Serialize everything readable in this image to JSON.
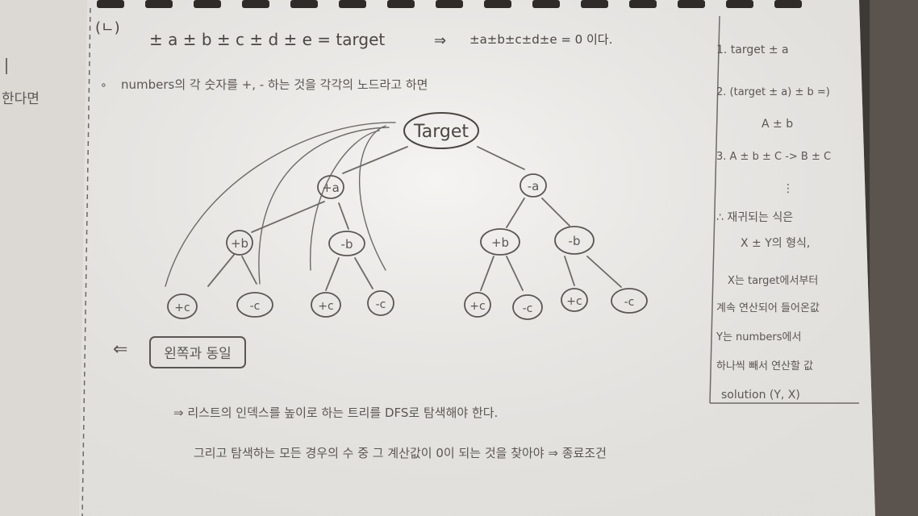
{
  "header": {
    "marker": "(ㄴ)",
    "equation_left": "± a ± b ± c ± d ± e = target",
    "arrow": "⇒",
    "equation_right": "±a±b±c±d±e = 0 이다."
  },
  "note_line": "numbers의 각 숫자를 +, - 하는 것을 각각의 노드라고 하면",
  "tree": {
    "root": "Target",
    "level1": [
      "+a",
      "-a"
    ],
    "level2": [
      "+b",
      "-b",
      "+b",
      "-b"
    ],
    "level3": [
      "+c",
      "-c",
      "+c",
      "-c",
      "+c",
      "-c",
      "+c",
      "-c"
    ]
  },
  "left_note": "왼쪽과 동일",
  "bottom_lines": [
    "⇒ 리스트의 인덱스를 높이로 하는   트리를 DFS로 탐색해야 한다.",
    "그리고 탐색하는 모든 경우의 수 중   그 계산값이   0이 되는 것을 찾아야 ⇒ 종료조건"
  ],
  "side_notes": {
    "lines": [
      "1. target ± a",
      "2. (target ± a) ± b =)",
      "A ± b",
      "3. A ± b ± C -> B ± C",
      "⋮",
      "∴ 재귀되는 식은",
      "X ± Y의 형식,",
      "X는 target에서부터",
      "계속 연산되어 들어온값",
      "Y는 numbers에서",
      "하나씩 빼서 연산할 값",
      "solution (Y, X)"
    ]
  },
  "colors": {
    "paper": "#efedea",
    "pencil": "#6e6a67",
    "ink": "#3e3b39",
    "background": "#3a3633"
  }
}
